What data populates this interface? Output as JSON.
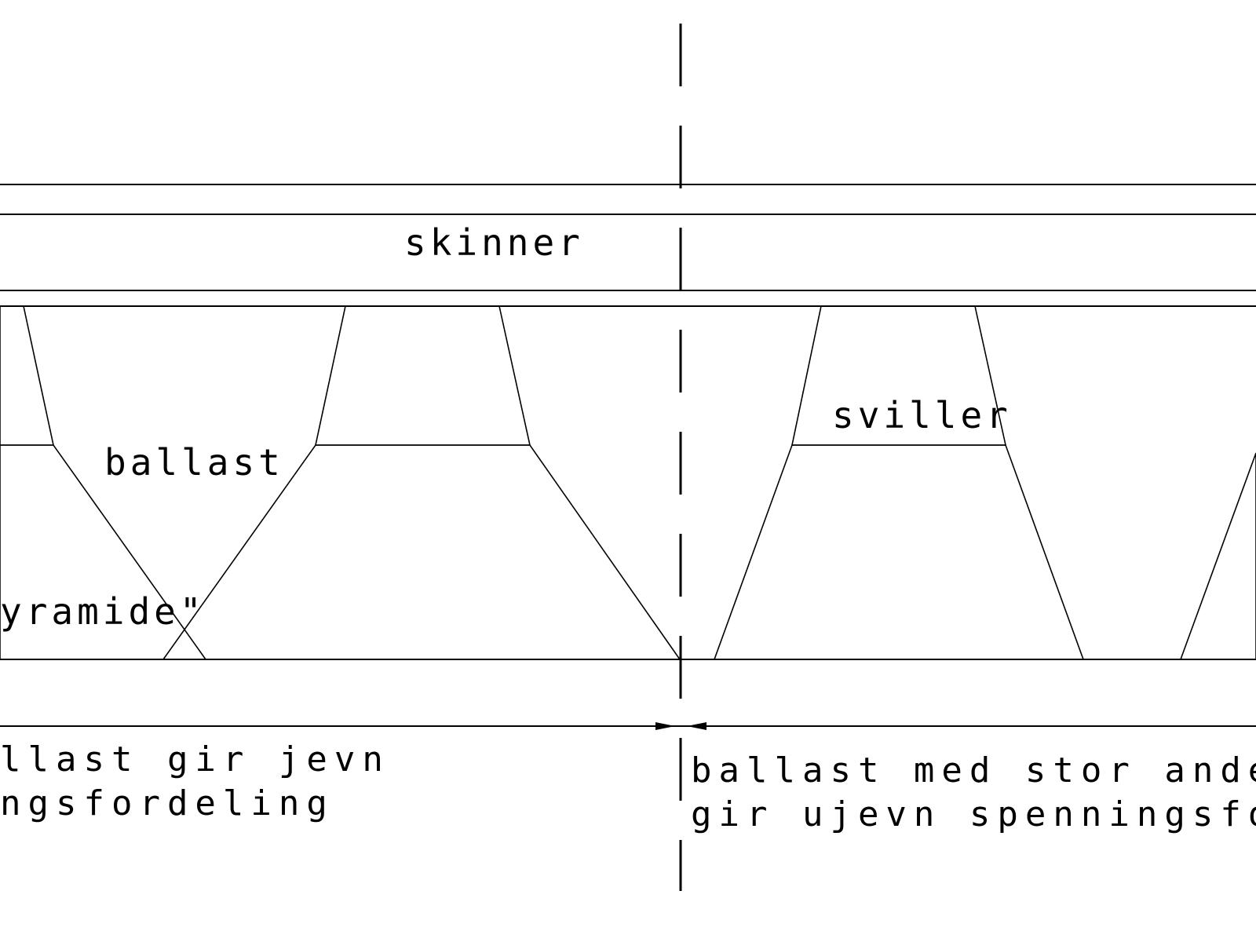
{
  "labels": {
    "rails": "skinner",
    "ballast": "ballast",
    "sleepers": "sviller",
    "pyramid_partial": "yramide\"",
    "left_caption_line1": "llast gir jevn",
    "left_caption_line2": "ngsfordeling",
    "right_caption_line1": "ballast med stor andel s",
    "right_caption_line2": "gir ujevn spenningsforde"
  },
  "colors": {
    "ink": "#000000",
    "background": "#ffffff"
  }
}
